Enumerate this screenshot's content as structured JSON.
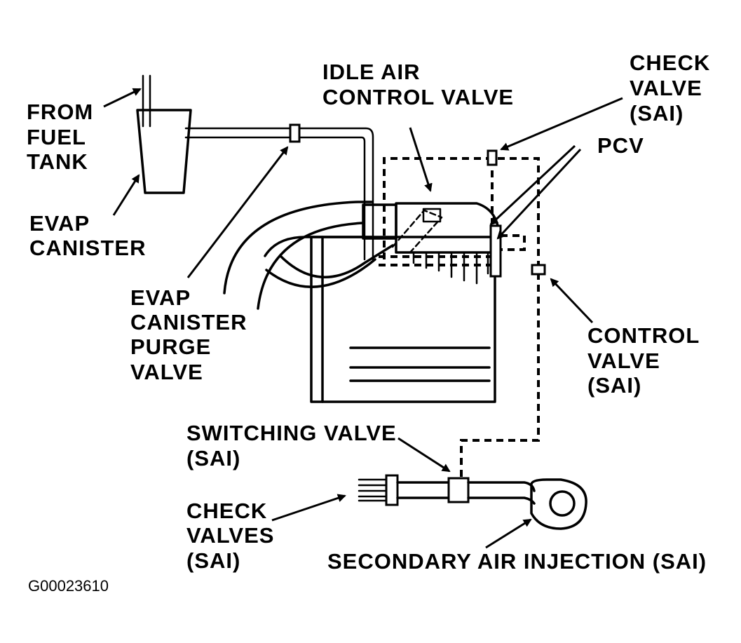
{
  "labels": {
    "from_fuel_tank": [
      "FROM",
      "FUEL",
      "TANK"
    ],
    "evap_canister": [
      "EVAP",
      "CANISTER"
    ],
    "idle_air_control_valve": [
      "IDLE AIR",
      "CONTROL VALVE"
    ],
    "check_valve_sai": [
      "CHECK",
      "VALVE",
      "(SAI)"
    ],
    "pcv": [
      "PCV"
    ],
    "evap_canister_purge_valve": [
      "EVAP",
      "CANISTER",
      "PURGE",
      "VALVE"
    ],
    "control_valve_sai": [
      "CONTROL",
      "VALVE",
      "(SAI)"
    ],
    "switching_valve_sai": [
      "SWITCHING VALVE",
      "(SAI)"
    ],
    "check_valves_sai": [
      "CHECK",
      "VALVES",
      "(SAI)"
    ],
    "secondary_air_injection": [
      "SECONDARY AIR INJECTION (SAI)"
    ]
  },
  "figure_code": "G00023610"
}
